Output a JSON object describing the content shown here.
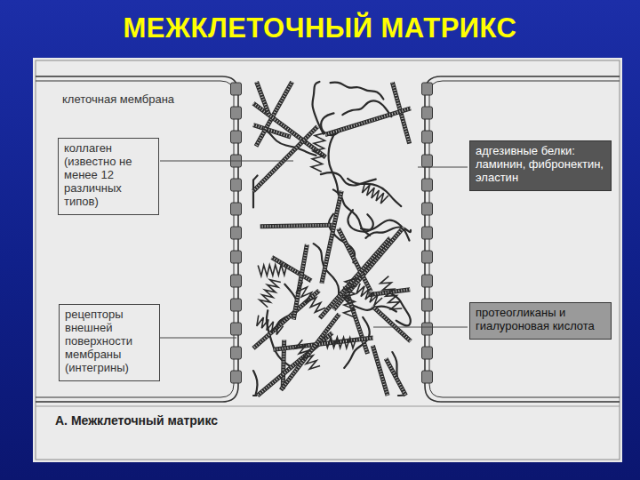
{
  "diagram": {
    "title": "МЕЖКЛЕТОЧНЫЙ МАТРИКС",
    "caption": "А. Межклеточный матрикс",
    "nodes": [
      {
        "text": [
          "коллаген (известно не менее 12 различных типов)"
        ]
      },
      {
        "text": [
          "адгезивные белки: ламинин, фибронектин, эластин"
        ]
      },
      {
        "text": [
          "рецепторы внешней поверхности мембраны (интегрины)"
        ]
      },
      {
        "text": [
          "протеогликаны и гиалуроновая кислота"
        ]
      }
    ],
    "labels": [
      "клеточная мембрана"
    ]
  }
}
